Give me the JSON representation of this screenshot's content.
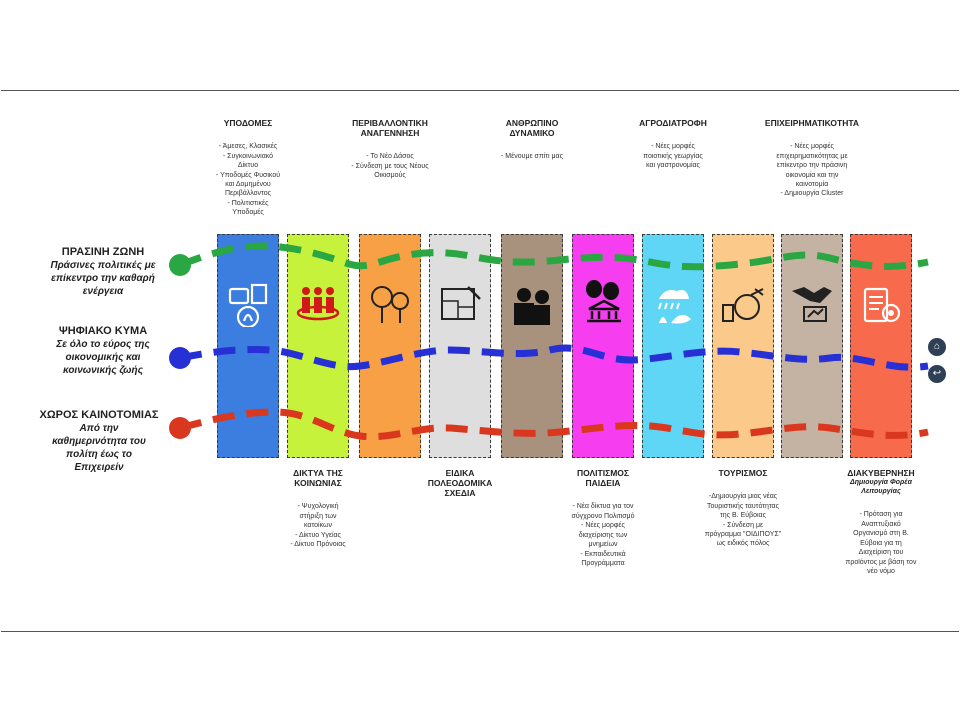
{
  "colors": {
    "green": "#2aa642",
    "blue": "#2630d4",
    "red": "#d9381e"
  },
  "zones": [
    {
      "title": "ΠΡΑΣΙΝΗ ΖΩΝΗ",
      "desc": "Πράσινες πολιτικές με\nεπίκεντρο την καθαρή\nενέργεια",
      "color": "#2aa642"
    },
    {
      "title": "ΨΗΦΙΑΚΟ ΚΥΜΑ",
      "desc": "Σε όλο το εύρος της\nοικονομικής και\nκοινωνικής ζωής",
      "color": "#2630d4"
    },
    {
      "title": "ΧΩΡΟΣ ΚΑΙΝΟΤΟΜΙΑΣ",
      "desc": "Από την\nκαθημερινότητα του\nπολίτη έως το\nΕπιχειρείν",
      "color": "#d9381e"
    }
  ],
  "columns": [
    {
      "color": "#3b7ee0",
      "icon": "infrastructure-icon",
      "pos": "top",
      "title": "ΥΠΟΔΟΜΕΣ",
      "sub": "",
      "desc": "- Άμεσες, Κλασικές\n- Συγκοινωνιακό\nΔίκτυο\n- Υποδομές Φυσικού\nκαι Δομημένου\nΠεριβάλλοντος\n- Πολιτιστικές\nΥποδομές"
    },
    {
      "color": "#c6f23c",
      "icon": "community-icon",
      "pos": "bottom",
      "title": "ΔΙΚΤΥΑ ΤΗΣ\nΚΟΙΝΩΝΙΑΣ",
      "sub": "",
      "desc": "- Ψυχολογική\nστήριξη των\nκατοίκων\n- Δίκτυο Υγείας\n- Δίκτυο Πρόνοιας"
    },
    {
      "color": "#f8a045",
      "icon": "trees-icon",
      "pos": "top",
      "title": "ΠΕΡΙΒΑΛΛΟΝΤΙΚΗ\nΑΝΑΓΕΝΝΗΣΗ",
      "sub": "",
      "desc": "- Το Νέο Δάσος\n- Σύνδεση με τους Νέους\nΟικισμούς"
    },
    {
      "color": "#dedede",
      "icon": "blueprint-icon",
      "pos": "bottom",
      "title": "ΕΙΔΙΚΑ\nΠΟΛΕΟΔΟΜΙΚΑ\nΣΧΕΔΙΑ",
      "sub": "",
      "desc": ""
    },
    {
      "color": "#a8927e",
      "icon": "workers-icon",
      "pos": "top",
      "title": "ΑΝΘΡΩΠΙΝΟ\nΔΥΝΑΜΙΚΟ",
      "sub": "",
      "desc": "- Μένουμε σπίτι μας"
    },
    {
      "color": "#f73df0",
      "icon": "culture-icon",
      "pos": "bottom",
      "title": "ΠΟΛΙΤΙΣΜΟΣ\nΠΑΙΔΕΙΑ",
      "sub": "",
      "desc": "- Νέα δίκτυα για τον\nσύγχρονο Πολιτισμό\n- Νέες μορφές\nδιαχείρισης των\nμνημείων\n- Εκπαιδευτικά\nΠρογράμματα"
    },
    {
      "color": "#5fd6f5",
      "icon": "agriculture-icon",
      "pos": "top",
      "title": "ΑΓΡΟΔΙΑΤΡΟΦΗ",
      "sub": "",
      "desc": "- Νέες μορφές\nποιοτικής γεωργίας\nκαι γαστρονομίας"
    },
    {
      "color": "#fbc98a",
      "icon": "tourism-icon",
      "pos": "bottom",
      "title": "ΤΟΥΡΙΣΜΟΣ",
      "sub": "",
      "desc": "-Δημιουργία μιας νέας\nΤουριστικής ταυτότητας\nτης Β. Εύβοιας\n- Σύνδεση με\nπρόγραμμα \"ΟΙΔΙΠΟΥΣ\"\nως ειδικός πόλος"
    },
    {
      "color": "#c4b3a3",
      "icon": "business-icon",
      "pos": "top",
      "title": "ΕΠΙΧΕΙΡΗΜΑΤΙΚΟΤΗΤΑ",
      "sub": "",
      "desc": "- Νέες μορφές\nεπιχειρηματικότητας με\nεπίκεντρο την πράσινη\nοικονομία και την\nκαινοτομία\n- Δημιουργία Cluster"
    },
    {
      "color": "#f76a4c",
      "icon": "governance-icon",
      "pos": "bottom",
      "title": "ΔΙΑΚΥΒΕΡΝΗΣΗ",
      "sub": "Δημιουργία Φορέα\nΛειτουργίας",
      "desc": "- Πρόταση για\nΑναπτυξιακό\nΟργανισμό στη Β.\nΕύβοια για τη\nΔιαχείριση του\nπροϊόντος με βάση τον\nνέο νόμο"
    }
  ],
  "nav": {
    "home_icon": "home-icon",
    "back_icon": "return-icon",
    "home_glyph": "⌂",
    "back_glyph": "↩"
  }
}
